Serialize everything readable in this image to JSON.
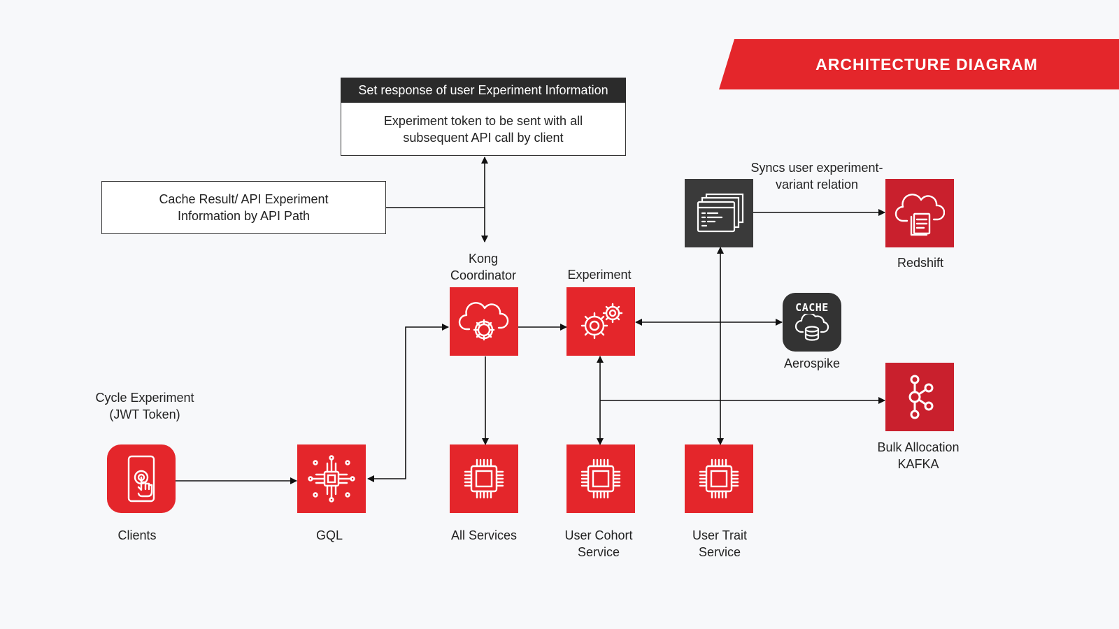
{
  "banner": {
    "title": "ARCHITECTURE DIAGRAM"
  },
  "boxes": {
    "response": {
      "header": "Set response of user Experiment Information",
      "body": "Experiment token to be sent with all\nsubsequent API call by client"
    },
    "cache_result": {
      "body": "Cache Result/ API Experiment\nInformation by API Path"
    }
  },
  "nodes": {
    "clients": {
      "label": "Clients",
      "icon": "phone-touch-icon"
    },
    "gql": {
      "label": "GQL",
      "icon": "chip-network-icon"
    },
    "kong": {
      "label": "Kong\nCoordinator",
      "icon": "cloud-gear-icon"
    },
    "experiment": {
      "label": "Experiment",
      "icon": "gears-icon"
    },
    "all_services": {
      "label": "All Services",
      "icon": "chip-icon"
    },
    "user_cohort": {
      "label": "User Cohort\nService",
      "icon": "chip-icon"
    },
    "user_trait": {
      "label": "User Trait\nService",
      "icon": "chip-icon"
    },
    "sync_job": {
      "icon": "terminal-windows-icon"
    },
    "redshift": {
      "label": "Redshift",
      "icon": "cloud-documents-icon"
    },
    "aerospike": {
      "label": "Aerospike",
      "icon": "cache-database-icon",
      "badge": "CACHE"
    },
    "kafka": {
      "label": "Bulk Allocation\nKAFKA",
      "icon": "kafka-icon"
    }
  },
  "annotations": {
    "cycle": "Cycle Experiment\n(JWT Token)",
    "syncs": "Syncs user experiment-\nvariant relation"
  },
  "colors": {
    "accent": "#e4262b",
    "dark": "#3a3a3a",
    "line": "#111111"
  }
}
